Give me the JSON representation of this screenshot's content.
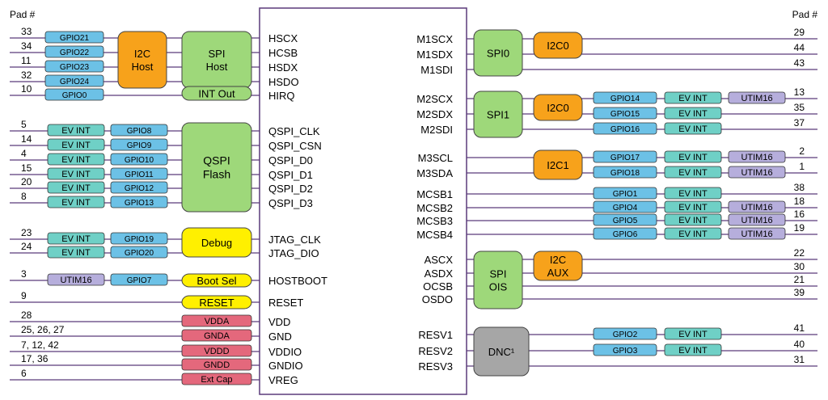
{
  "header": {
    "pad_label_left": "Pad #",
    "pad_label_right": "Pad #"
  },
  "colors": {
    "wire": "#5a3a7a",
    "chip_border": "#5a3a7a",
    "gpio": "#6cc1e6",
    "evint": "#6fd0c6",
    "utim": "#b6aedc",
    "green_block": "#9ed87a",
    "orange_block": "#f7a21b",
    "yellow_block": "#fff000",
    "power": "#e4687c",
    "dnc": "#a6a6a6"
  },
  "left_pins": [
    {
      "pad": "33",
      "pin": "HSCX",
      "tags": [
        "GPIO21"
      ]
    },
    {
      "pad": "34",
      "pin": "HCSB",
      "tags": [
        "GPIO22"
      ]
    },
    {
      "pad": "11",
      "pin": "HSDX",
      "tags": [
        "GPIO23"
      ]
    },
    {
      "pad": "32",
      "pin": "HSDO",
      "tags": [
        "GPIO24"
      ]
    },
    {
      "pad": "10",
      "pin": "HIRQ",
      "tags": [
        "GPIO0"
      ]
    },
    {
      "pad": "5",
      "pin": "QSPI_CLK",
      "tags": [
        "EV_INT",
        "GPIO8"
      ]
    },
    {
      "pad": "14",
      "pin": "QSPI_CSN",
      "tags": [
        "EV_INT",
        "GPIO9"
      ]
    },
    {
      "pad": "4",
      "pin": "QSPI_D0",
      "tags": [
        "EV_INT",
        "GPIO10"
      ]
    },
    {
      "pad": "15",
      "pin": "QSPI_D1",
      "tags": [
        "EV_INT",
        "GPIO11"
      ]
    },
    {
      "pad": "20",
      "pin": "QSPI_D2",
      "tags": [
        "EV_INT",
        "GPIO12"
      ]
    },
    {
      "pad": "8",
      "pin": "QSPI_D3",
      "tags": [
        "EV_INT",
        "GPIO13"
      ]
    },
    {
      "pad": "23",
      "pin": "JTAG_CLK",
      "tags": [
        "EV_INT",
        "GPIO19"
      ]
    },
    {
      "pad": "24",
      "pin": "JTAG_DIO",
      "tags": [
        "EV_INT",
        "GPIO20"
      ]
    },
    {
      "pad": "3",
      "pin": "HOSTBOOT",
      "tags": [
        "UTIM16",
        "GPIO7"
      ]
    },
    {
      "pad": "9",
      "pin": "RESET",
      "tags": []
    },
    {
      "pad": "28",
      "pin": "VDD",
      "tags": [
        "VDDA"
      ]
    },
    {
      "pad": "25, 26, 27",
      "pin": "GND",
      "tags": [
        "GNDA"
      ]
    },
    {
      "pad": "7, 12, 42",
      "pin": "VDDIO",
      "tags": [
        "VDDD"
      ]
    },
    {
      "pad": "17, 36",
      "pin": "GNDIO",
      "tags": [
        "GNDD"
      ]
    },
    {
      "pad": "6",
      "pin": "VREG",
      "tags": [
        "Ext Cap"
      ]
    }
  ],
  "left_blocks": [
    {
      "name": "i2c-host-block",
      "label": "I2C\nHost"
    },
    {
      "name": "spi-host-block",
      "label": "SPI\nHost"
    },
    {
      "name": "int-out-block",
      "label": "INT Out"
    },
    {
      "name": "qspi-flash-block",
      "label": "QSPI\nFlash"
    },
    {
      "name": "debug-block",
      "label": "Debug"
    },
    {
      "name": "boot-sel-block",
      "label": "Boot Sel"
    },
    {
      "name": "reset-block",
      "label": "RESET"
    }
  ],
  "right_pins": [
    {
      "pin": "M1SCX",
      "pad": "29",
      "tags": []
    },
    {
      "pin": "M1SDX",
      "pad": "44",
      "tags": []
    },
    {
      "pin": "M1SDI",
      "pad": "43",
      "tags": []
    },
    {
      "pin": "M2SCX",
      "pad": "13",
      "tags": [
        "GPIO14",
        "EV_INT",
        "UTIM16"
      ]
    },
    {
      "pin": "M2SDX",
      "pad": "35",
      "tags": [
        "GPIO15",
        "EV_INT"
      ]
    },
    {
      "pin": "M2SDI",
      "pad": "37",
      "tags": [
        "GPIO16",
        "EV_INT"
      ]
    },
    {
      "pin": "M3SCL",
      "pad": "2",
      "tags": [
        "GPIO17",
        "EV_INT",
        "UTIM16"
      ]
    },
    {
      "pin": "M3SDA",
      "pad": "1",
      "tags": [
        "GPIO18",
        "EV_INT",
        "UTIM16"
      ]
    },
    {
      "pin": "MCSB1",
      "pad": "38",
      "tags": [
        "GPIO1",
        "EV_INT"
      ]
    },
    {
      "pin": "MCSB2",
      "pad": "18",
      "tags": [
        "GPIO4",
        "EV_INT",
        "UTIM16"
      ]
    },
    {
      "pin": "MCSB3",
      "pad": "16",
      "tags": [
        "GPIO5",
        "EV_INT",
        "UTIM16"
      ]
    },
    {
      "pin": "MCSB4",
      "pad": "19",
      "tags": [
        "GPIO6",
        "EV_INT",
        "UTIM16"
      ]
    },
    {
      "pin": "ASCX",
      "pad": "22",
      "tags": []
    },
    {
      "pin": "ASDX",
      "pad": "30",
      "tags": []
    },
    {
      "pin": "OCSB",
      "pad": "21",
      "tags": []
    },
    {
      "pin": "OSDO",
      "pad": "39",
      "tags": []
    },
    {
      "pin": "RESV1",
      "pad": "41",
      "tags": [
        "GPIO2",
        "EV_INT"
      ]
    },
    {
      "pin": "RESV2",
      "pad": "40",
      "tags": [
        "GPIO3",
        "EV_INT"
      ]
    },
    {
      "pin": "RESV3",
      "pad": "31",
      "tags": []
    }
  ],
  "right_blocks": [
    {
      "name": "spi0-block",
      "label": "SPI0"
    },
    {
      "name": "i2c0-block-a",
      "label": "I2C0"
    },
    {
      "name": "spi1-block",
      "label": "SPI1"
    },
    {
      "name": "i2c0-block-b",
      "label": "I2C0"
    },
    {
      "name": "i2c1-block",
      "label": "I2C1"
    },
    {
      "name": "spi-ois-block",
      "label": "SPI\nOIS"
    },
    {
      "name": "i2c-aux-block",
      "label": "I2C\nAUX"
    },
    {
      "name": "dnc-block",
      "label": "DNC¹"
    }
  ]
}
